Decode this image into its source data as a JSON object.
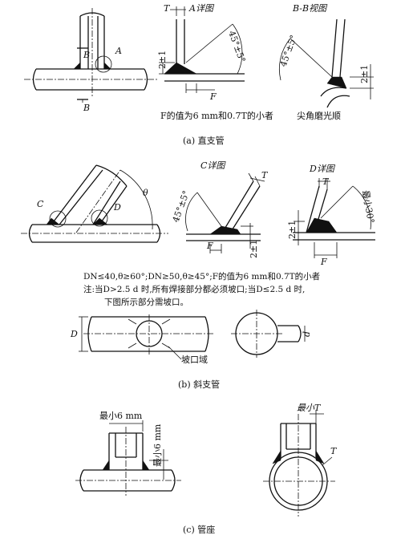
{
  "part_a": {
    "caption": "(a) 直支管",
    "detail_a_title": "A详图",
    "view_bb_title": "B-B视图",
    "label_A": "A",
    "label_B": "B",
    "label_T": "T",
    "label_F": "F",
    "dim_2pm1": "2±1",
    "angle_45": "45°±5°",
    "note_F": "F的值为6 mm和0.7T的小者",
    "note_corner": "尖角磨光顺"
  },
  "part_b": {
    "caption": "(b) 斜支管",
    "detail_c_title": "C详图",
    "detail_d_title": "D详图",
    "label_C": "C",
    "label_D": "D",
    "label_theta": "θ",
    "label_T": "T",
    "label_F": "F",
    "label_D_dim": "D",
    "label_d_dim": "d",
    "dim_2pm1": "2±1",
    "angle_45": "45°±5°",
    "angle_min30": "最小30°",
    "note_line1": "DN≤40,θ≥60°;DN≥50,θ≥45°;F的值为6 mm和0.7T的小者",
    "note_line2": "注:当D>2.5 d 时,所有焊接部分都必须坡口;当D≤2.5 d 时,",
    "note_line3": "下图所示部分需坡口。",
    "bevel_zone": "坡口域"
  },
  "part_c": {
    "caption": "(c) 管座",
    "min6_h": "最小6 mm",
    "min6_v": "最小6 mm",
    "minT": "最小T",
    "label_T": "T"
  }
}
